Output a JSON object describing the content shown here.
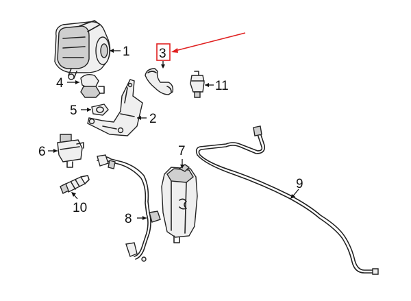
{
  "diagram": {
    "callouts": [
      {
        "id": "1",
        "text": "1",
        "part": "air-pump"
      },
      {
        "id": "2",
        "text": "2",
        "part": "bracket"
      },
      {
        "id": "3",
        "text": "3",
        "part": "hose",
        "highlighted": true
      },
      {
        "id": "4",
        "text": "4",
        "part": "check-valve"
      },
      {
        "id": "5",
        "text": "5",
        "part": "gasket"
      },
      {
        "id": "6",
        "text": "6",
        "part": "solenoid"
      },
      {
        "id": "7",
        "text": "7",
        "part": "canister"
      },
      {
        "id": "8",
        "text": "8",
        "part": "hose-harness"
      },
      {
        "id": "9",
        "text": "9",
        "part": "vapor-line"
      },
      {
        "id": "10",
        "text": "10",
        "part": "purge-valve"
      },
      {
        "id": "11",
        "text": "11",
        "part": "vent-valve"
      }
    ],
    "colors": {
      "line": "#222222",
      "highlight": "#e02020",
      "fill_dark": "#cfcfcf",
      "fill_light": "#efefef"
    }
  }
}
